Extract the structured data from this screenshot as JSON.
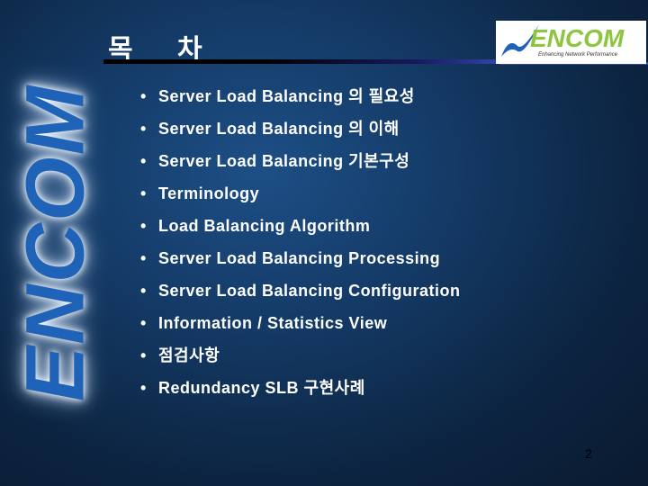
{
  "watermark": "ENCOM",
  "title": {
    "char1": "목",
    "char2": "차"
  },
  "logo": {
    "name": "ENCOM",
    "tagline": "Enhancing Network Performance",
    "accent": "#8cc63f",
    "swoosh": "#1f63b8"
  },
  "items": [
    "Server Load Balancing 의 필요성",
    "Server Load Balancing 의 이해",
    "Server Load Balancing 기본구성",
    "Terminology",
    "Load Balancing Algorithm",
    "Server Load Balancing Processing",
    "Server Load Balancing Configuration",
    "Information / Statistics View",
    "점검사항",
    "Redundancy SLB 구현사례"
  ],
  "bullet": "•",
  "page_number": "2"
}
